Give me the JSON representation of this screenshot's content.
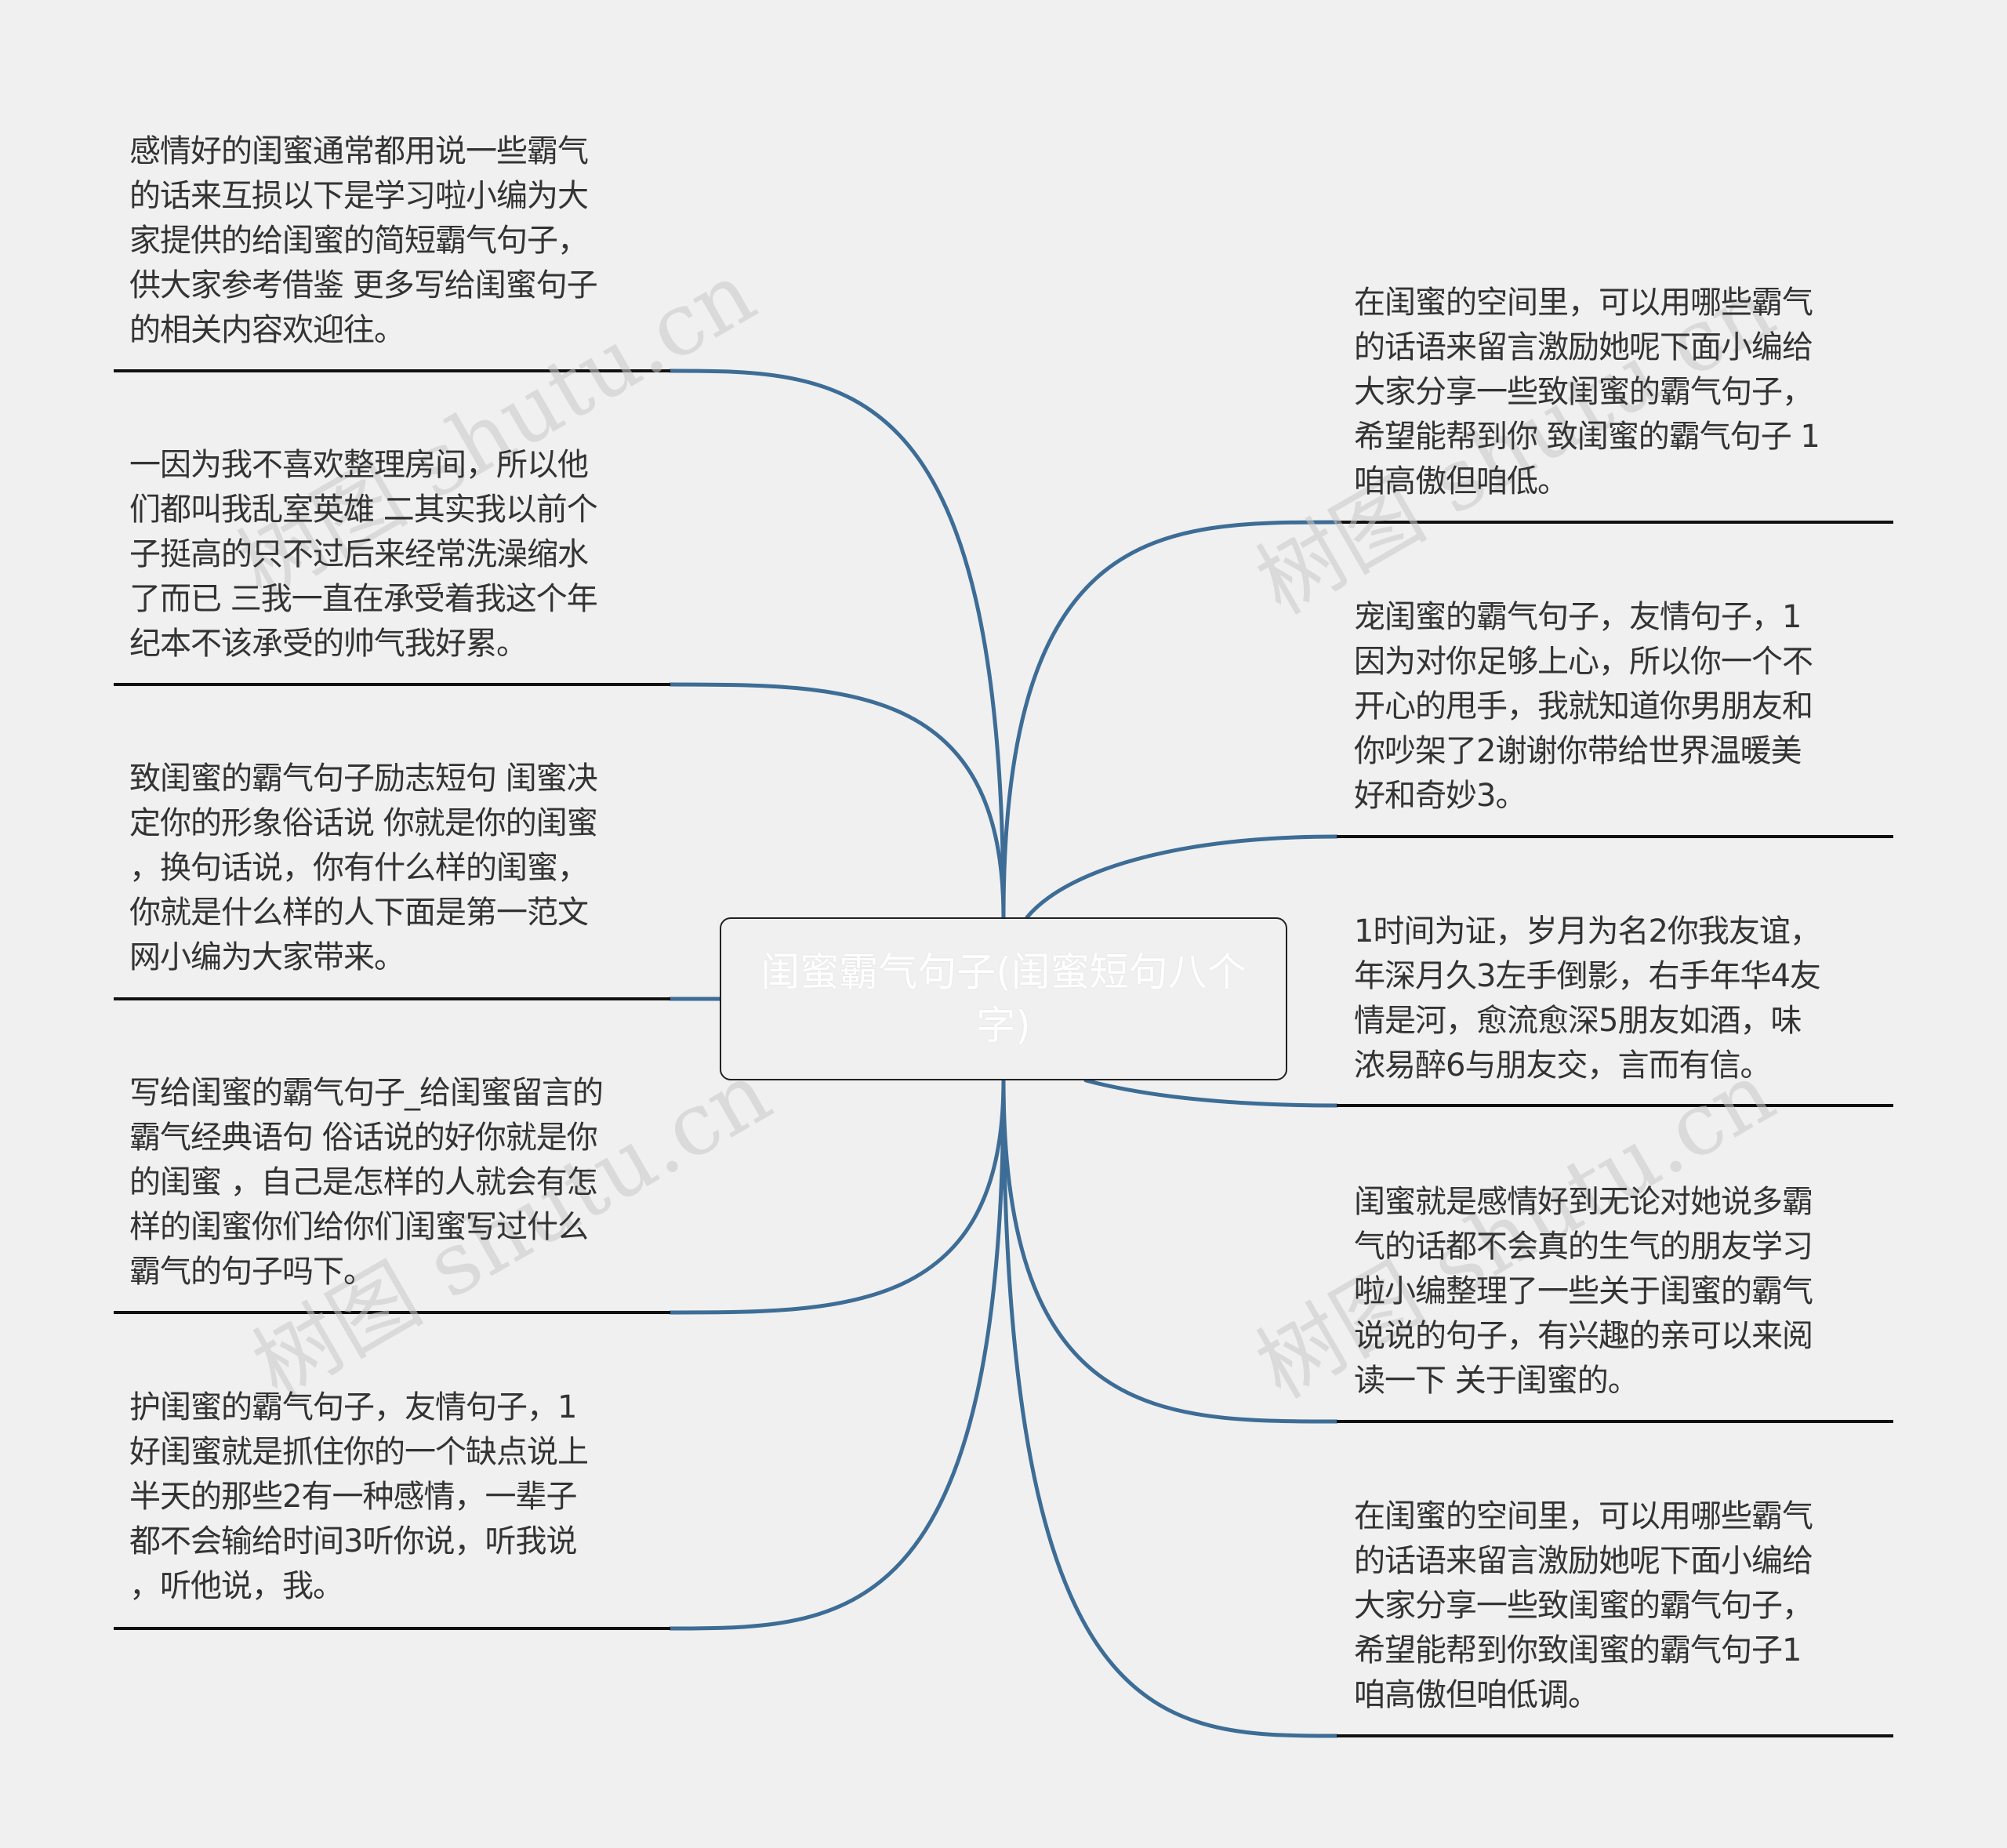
{
  "center": {
    "title": "闺蜜霸气句子(闺蜜短句八个字)"
  },
  "left_nodes": [
    {
      "text": "感情好的闺蜜通常都用说一些霸气\n的话来互损以下是学习啦小编为大\n家提供的给闺蜜的简短霸气句子，\n供大家参考借鉴 更多写给闺蜜句子\n的相关内容欢迎往。"
    },
    {
      "text": "一因为我不喜欢整理房间，所以他\n们都叫我乱室英雄 二其实我以前个\n子挺高的只不过后来经常洗澡缩水\n了而已 三我一直在承受着我这个年\n纪本不该承受的帅气我好累。"
    },
    {
      "text": "致闺蜜的霸气句子励志短句 闺蜜决\n定你的形象俗话说 你就是你的闺蜜\n，换句话说，你有什么样的闺蜜，\n你就是什么样的人下面是第一范文\n网小编为大家带来。"
    },
    {
      "text": "写给闺蜜的霸气句子_给闺蜜留言的\n霸气经典语句 俗话说的好你就是你\n的闺蜜 ，自己是怎样的人就会有怎\n样的闺蜜你们给你们闺蜜写过什么\n霸气的句子吗下。"
    },
    {
      "text": "护闺蜜的霸气句子，友情句子，1\n好闺蜜就是抓住你的一个缺点说上\n半天的那些2有一种感情，一辈子\n都不会输给时间3听你说，听我说\n，听他说，我。"
    }
  ],
  "right_nodes": [
    {
      "text": "在闺蜜的空间里，可以用哪些霸气\n的话语来留言激励她呢下面小编给\n大家分享一些致闺蜜的霸气句子，\n希望能帮到你 致闺蜜的霸气句子 1\n咱高傲但咱低。"
    },
    {
      "text": "宠闺蜜的霸气句子，友情句子，1\n因为对你足够上心，所以你一个不\n开心的甩手，我就知道你男朋友和\n你吵架了2谢谢你带给世界温暖美\n好和奇妙3。"
    },
    {
      "text": "1时间为证，岁月为名2你我友谊，\n年深月久3左手倒影，右手年华4友\n情是河，愈流愈深5朋友如酒，味\n浓易醉6与朋友交，言而有信。"
    },
    {
      "text": "闺蜜就是感情好到无论对她说多霸\n气的话都不会真的生气的朋友学习\n啦小编整理了一些关于闺蜜的霸气\n说说的句子，有兴趣的亲可以来阅\n读一下 关于闺蜜的。"
    },
    {
      "text": "在闺蜜的空间里，可以用哪些霸气\n的话语来留言激励她呢下面小编给\n大家分享一些致闺蜜的霸气句子，\n希望能帮到你致闺蜜的霸气句子1\n咱高傲但咱低调。"
    }
  ],
  "watermark": {
    "text": "树图 shutu.cn"
  },
  "colors": {
    "background": "#f0f0f0",
    "connector": "#3d6d96",
    "underline": "#111111",
    "leaf_text": "#333333",
    "center_text": "#ffffff"
  }
}
